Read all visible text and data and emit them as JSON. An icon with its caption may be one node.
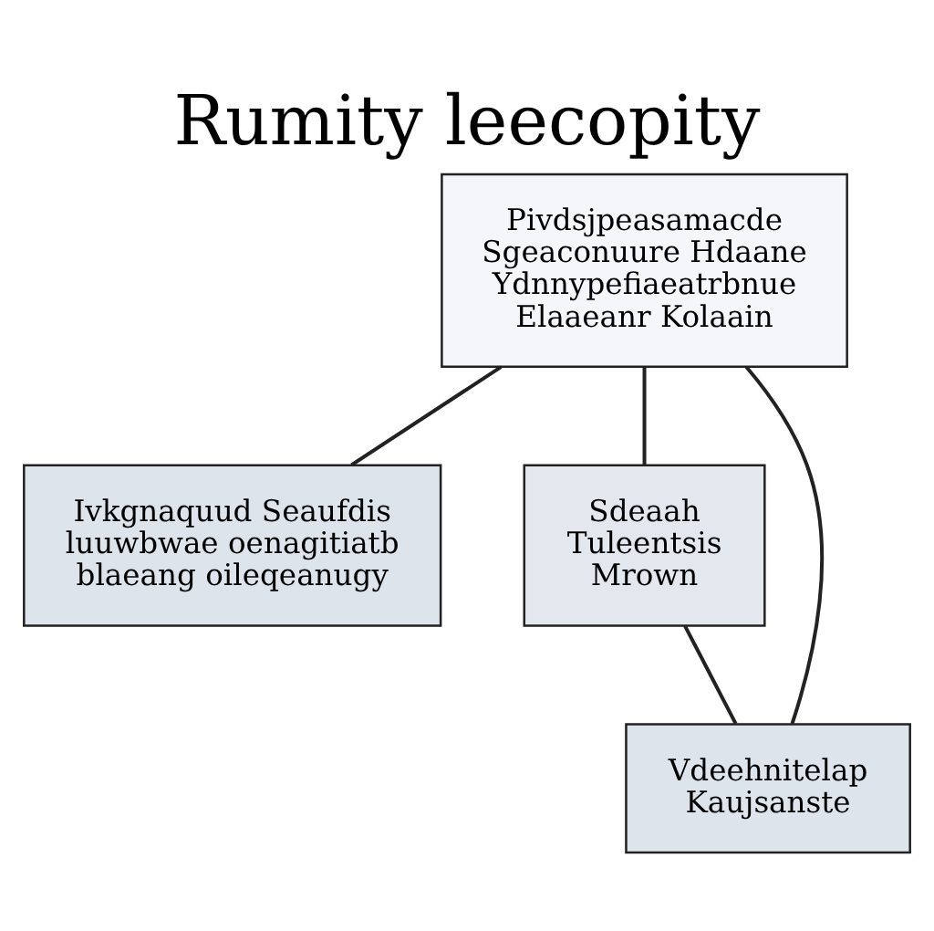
{
  "diagram": {
    "title": "Rumity leecopity",
    "nodes": [
      {
        "text": [
          "Pivdsjpeasamacde Sgeaconuure Hdaane Ydnnypefiaeatrbnue Elaaeanr Kolaain"
        ]
      },
      {
        "text": [
          "Ivkgnaquud Seaufdis luuwbwae oenagitiatb blaeang oileqeanugy"
        ]
      },
      {
        "text": [
          "Sdeaah Tuleentsis Mrown"
        ]
      },
      {
        "text": [
          "Vdeehnitelap Kaujsanste"
        ]
      }
    ],
    "edges": [
      {
        "from": 0,
        "to": 1,
        "arrow": "none"
      },
      {
        "from": 0,
        "to": 2,
        "arrow": "none"
      },
      {
        "from": 0,
        "to": 3,
        "arrow": "none"
      },
      {
        "from": 2,
        "to": 3,
        "arrow": "none"
      }
    ]
  }
}
